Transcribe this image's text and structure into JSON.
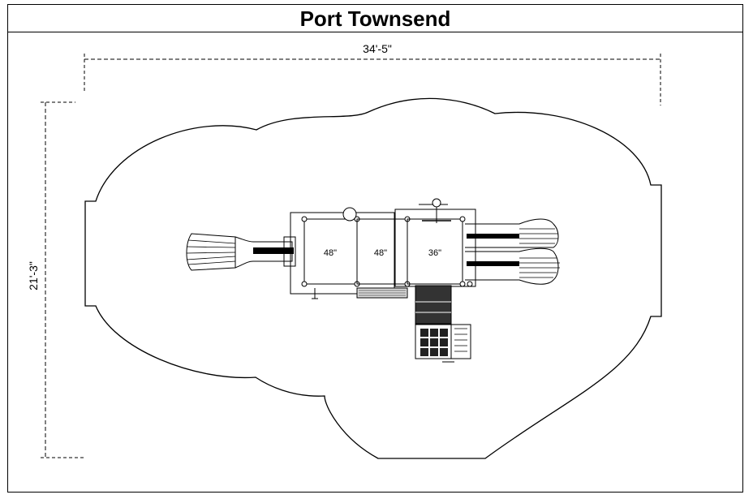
{
  "title": "Port Townsend",
  "dimensions": {
    "width": "34'-5\"",
    "depth": "21'-3\""
  },
  "decks": [
    {
      "label": "48\""
    },
    {
      "label": "48\""
    },
    {
      "label": "36\""
    }
  ],
  "colors": {
    "line": "#000000",
    "background": "#ffffff"
  }
}
